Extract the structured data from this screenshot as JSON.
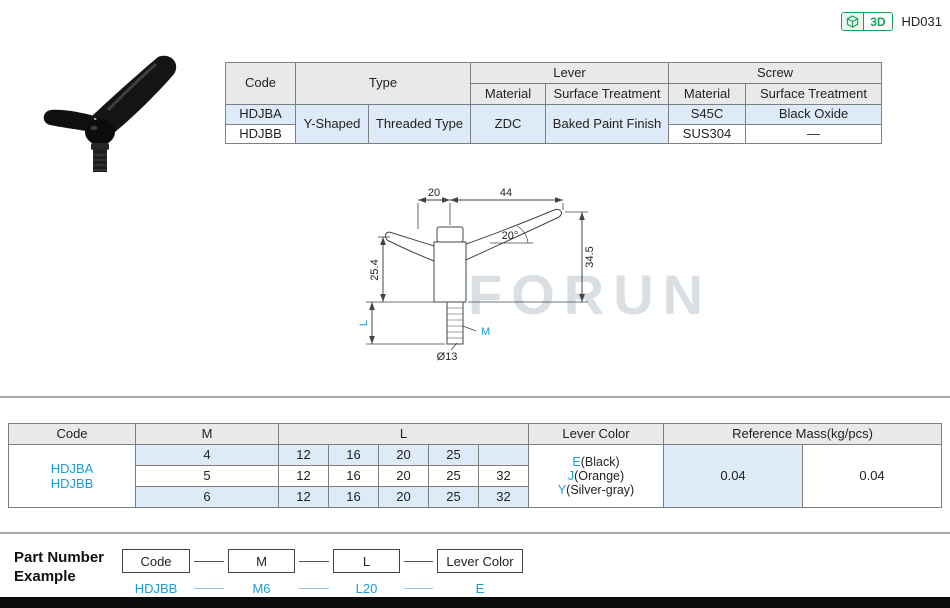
{
  "colors": {
    "accent_blue": "#1a9dd9",
    "row_blue": "#ddeaf7",
    "header_gray": "#e9e9e9",
    "badge_green": "#18a05a"
  },
  "header": {
    "badge_3d": "3D",
    "page_code": "HD031"
  },
  "spec_table": {
    "h_code": "Code",
    "h_type": "Type",
    "h_lever": "Lever",
    "h_screw": "Screw",
    "h_material": "Material",
    "h_surface": "Surface Treatment",
    "code1": "HDJBA",
    "code2": "HDJBB",
    "type_shape": "Y-Shaped",
    "type_thread": "Threaded Type",
    "lever_material": "ZDC",
    "lever_surface": "Baked Paint Finish",
    "screw_material1": "S45C",
    "screw_surface1": "Black Oxide",
    "screw_material2": "SUS304",
    "screw_surface2": "—"
  },
  "drawing": {
    "dim_hub_width": "20",
    "dim_arm_length": "44",
    "dim_angle": "20°",
    "dim_left_height": "25.4",
    "dim_right_height": "34.5",
    "dim_stud_length": "L",
    "dim_thread": "M",
    "dim_diameter": "Ø13",
    "watermark": "FORUN"
  },
  "size_table": {
    "h_code": "Code",
    "h_m": "M",
    "h_l": "L",
    "h_color": "Lever Color",
    "h_mass": "Reference Mass(kg/pcs)",
    "code1": "HDJBA",
    "code2": "HDJBB",
    "rows": [
      {
        "m": "4",
        "l": [
          "12",
          "16",
          "20",
          "25",
          ""
        ]
      },
      {
        "m": "5",
        "l": [
          "12",
          "16",
          "20",
          "25",
          "32"
        ]
      },
      {
        "m": "6",
        "l": [
          "12",
          "16",
          "20",
          "25",
          "32"
        ]
      }
    ],
    "lever_colors": [
      {
        "c": "E",
        "label": "(Black)"
      },
      {
        "c": "J",
        "label": "(Orange)"
      },
      {
        "c": "Y",
        "label": "(Silver-gray)"
      }
    ],
    "mass_left": "0.04",
    "mass_right": "0.04"
  },
  "part_example": {
    "title_line1": "Part Number",
    "title_line2": "Example",
    "box_code": "Code",
    "box_m": "M",
    "box_l": "L",
    "box_color": "Lever Color",
    "val_code": "HDJBB",
    "val_m": "M6",
    "val_l": "L20",
    "val_color": "E"
  }
}
